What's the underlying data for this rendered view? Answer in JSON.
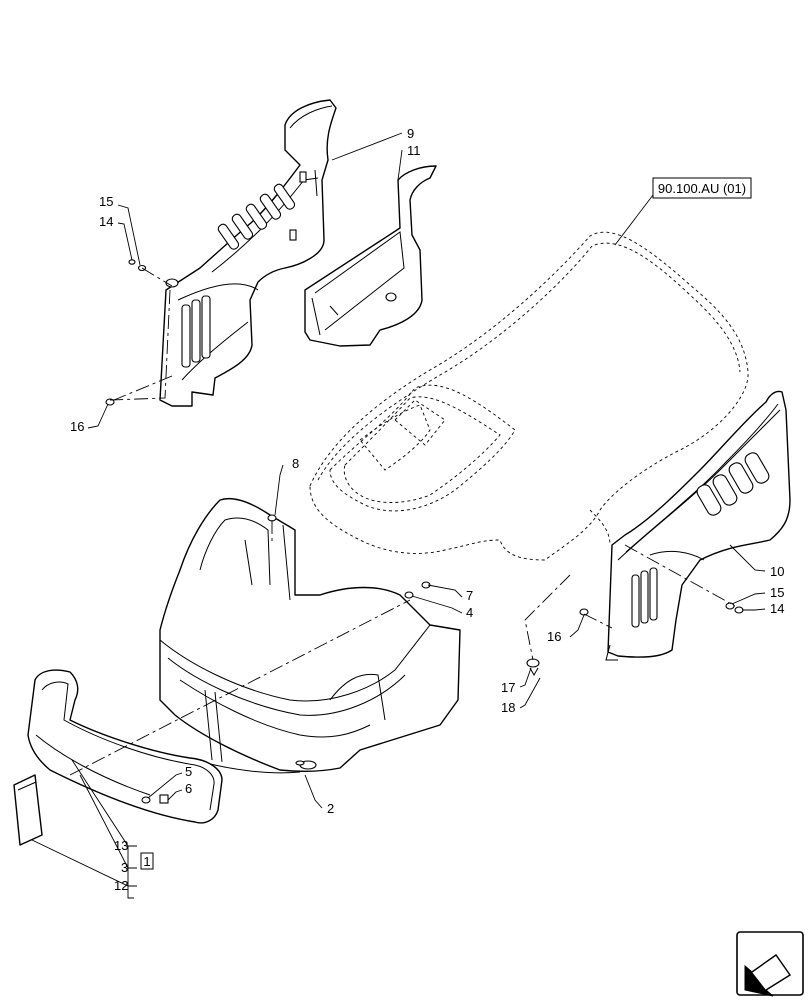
{
  "reference": "90.100.AU (01)",
  "bracket_label": "1",
  "callouts": {
    "c2": "2",
    "c3": "3",
    "c4": "4",
    "c5": "5",
    "c6": "6",
    "c7": "7",
    "c8": "8",
    "c9": "9",
    "c10": "10",
    "c11": "11",
    "c12": "12",
    "c13": "13",
    "c14a": "14",
    "c15a": "15",
    "c14b": "14",
    "c15b": "15",
    "c16a": "16",
    "c16b": "16",
    "c17": "17",
    "c18": "18"
  },
  "icons": {
    "navigation": "arrow-icon"
  }
}
